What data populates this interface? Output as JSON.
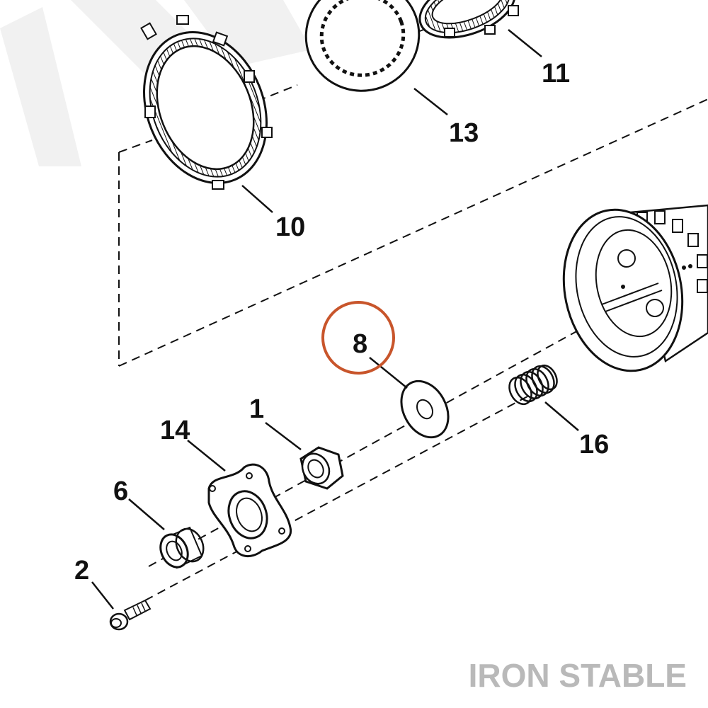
{
  "diagram": {
    "parts": [
      {
        "id": "part-10",
        "label": "10"
      },
      {
        "id": "part-13",
        "label": "13"
      },
      {
        "id": "part-11",
        "label": "11"
      },
      {
        "id": "part-8",
        "label": "8",
        "highlighted": true
      },
      {
        "id": "part-1",
        "label": "1"
      },
      {
        "id": "part-14",
        "label": "14"
      },
      {
        "id": "part-16",
        "label": "16"
      },
      {
        "id": "part-6",
        "label": "6"
      },
      {
        "id": "part-2",
        "label": "2"
      }
    ],
    "highlight_color": "#c8552b"
  },
  "brand": {
    "text": "IRON STABLE",
    "color": "#b9b9b9"
  }
}
